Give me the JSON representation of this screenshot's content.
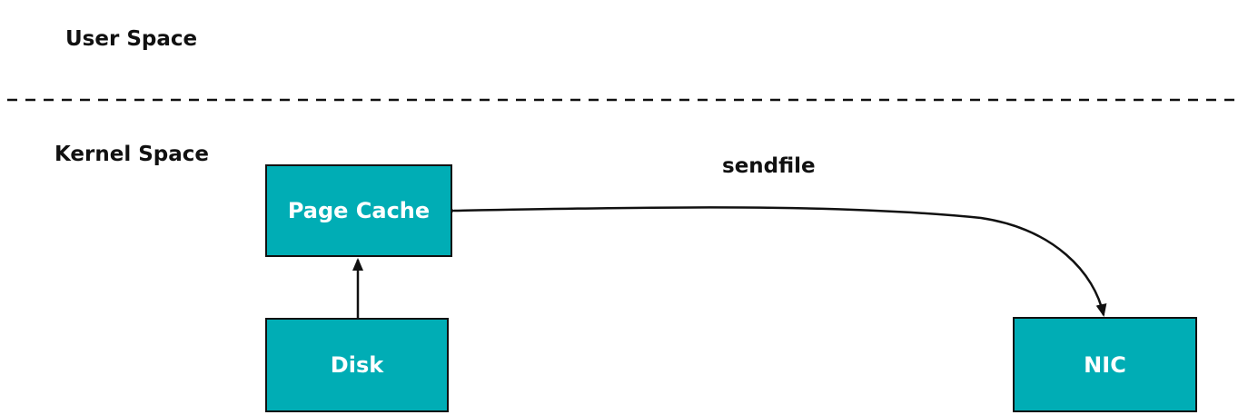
{
  "regions": {
    "user_space": "User Space",
    "kernel_space": "Kernel Space"
  },
  "nodes": {
    "page_cache": "Page Cache",
    "disk": "Disk",
    "nic": "NIC"
  },
  "edges": {
    "sendfile": "sendfile"
  },
  "colors": {
    "node_fill": "#00ADB5",
    "stroke": "#111111",
    "text_on_node": "#FFFFFF"
  }
}
